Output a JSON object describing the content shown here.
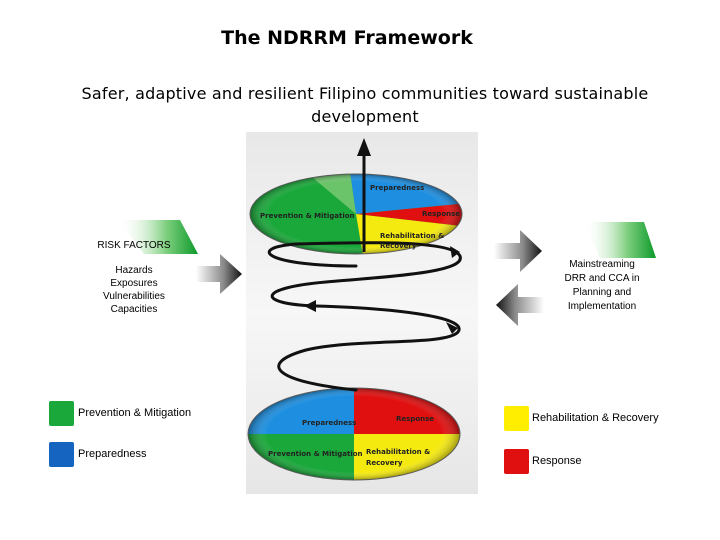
{
  "title": "The NDRRM Framework",
  "subtitle": "Safer, adaptive and resilient Filipino communities toward sustainable development",
  "risk_factors": {
    "heading": "RISK FACTORS",
    "items": [
      "Hazards",
      "Exposures",
      "Vulnerabilities",
      "Capacities"
    ]
  },
  "mainstreaming": {
    "lines": [
      "Mainstreaming",
      "DRR and CCA in",
      "Planning and",
      "Implementation"
    ]
  },
  "top_ellipse": {
    "preparedness": "Preparedness",
    "prevention": "Prevention & Mitigation",
    "response": "Response",
    "rehab_line1": "Rehabilitation &",
    "rehab_line2": "Recovery"
  },
  "bottom_ellipse": {
    "preparedness": "Preparedness",
    "response": "Response",
    "prevention": "Prevention & Mitigation",
    "rehab_line1": "Rehabilitation &",
    "rehab_line2": "Recovery"
  },
  "legend": {
    "prevention": "Prevention &  Mitigation",
    "preparedness": "Preparedness",
    "rehab": "Rehabilitation & Recovery",
    "response": "Response"
  },
  "colors": {
    "prevention": "#1aa83a",
    "preparedness": "#1565c0",
    "rehab": "#ffee00",
    "response": "#e01010"
  }
}
